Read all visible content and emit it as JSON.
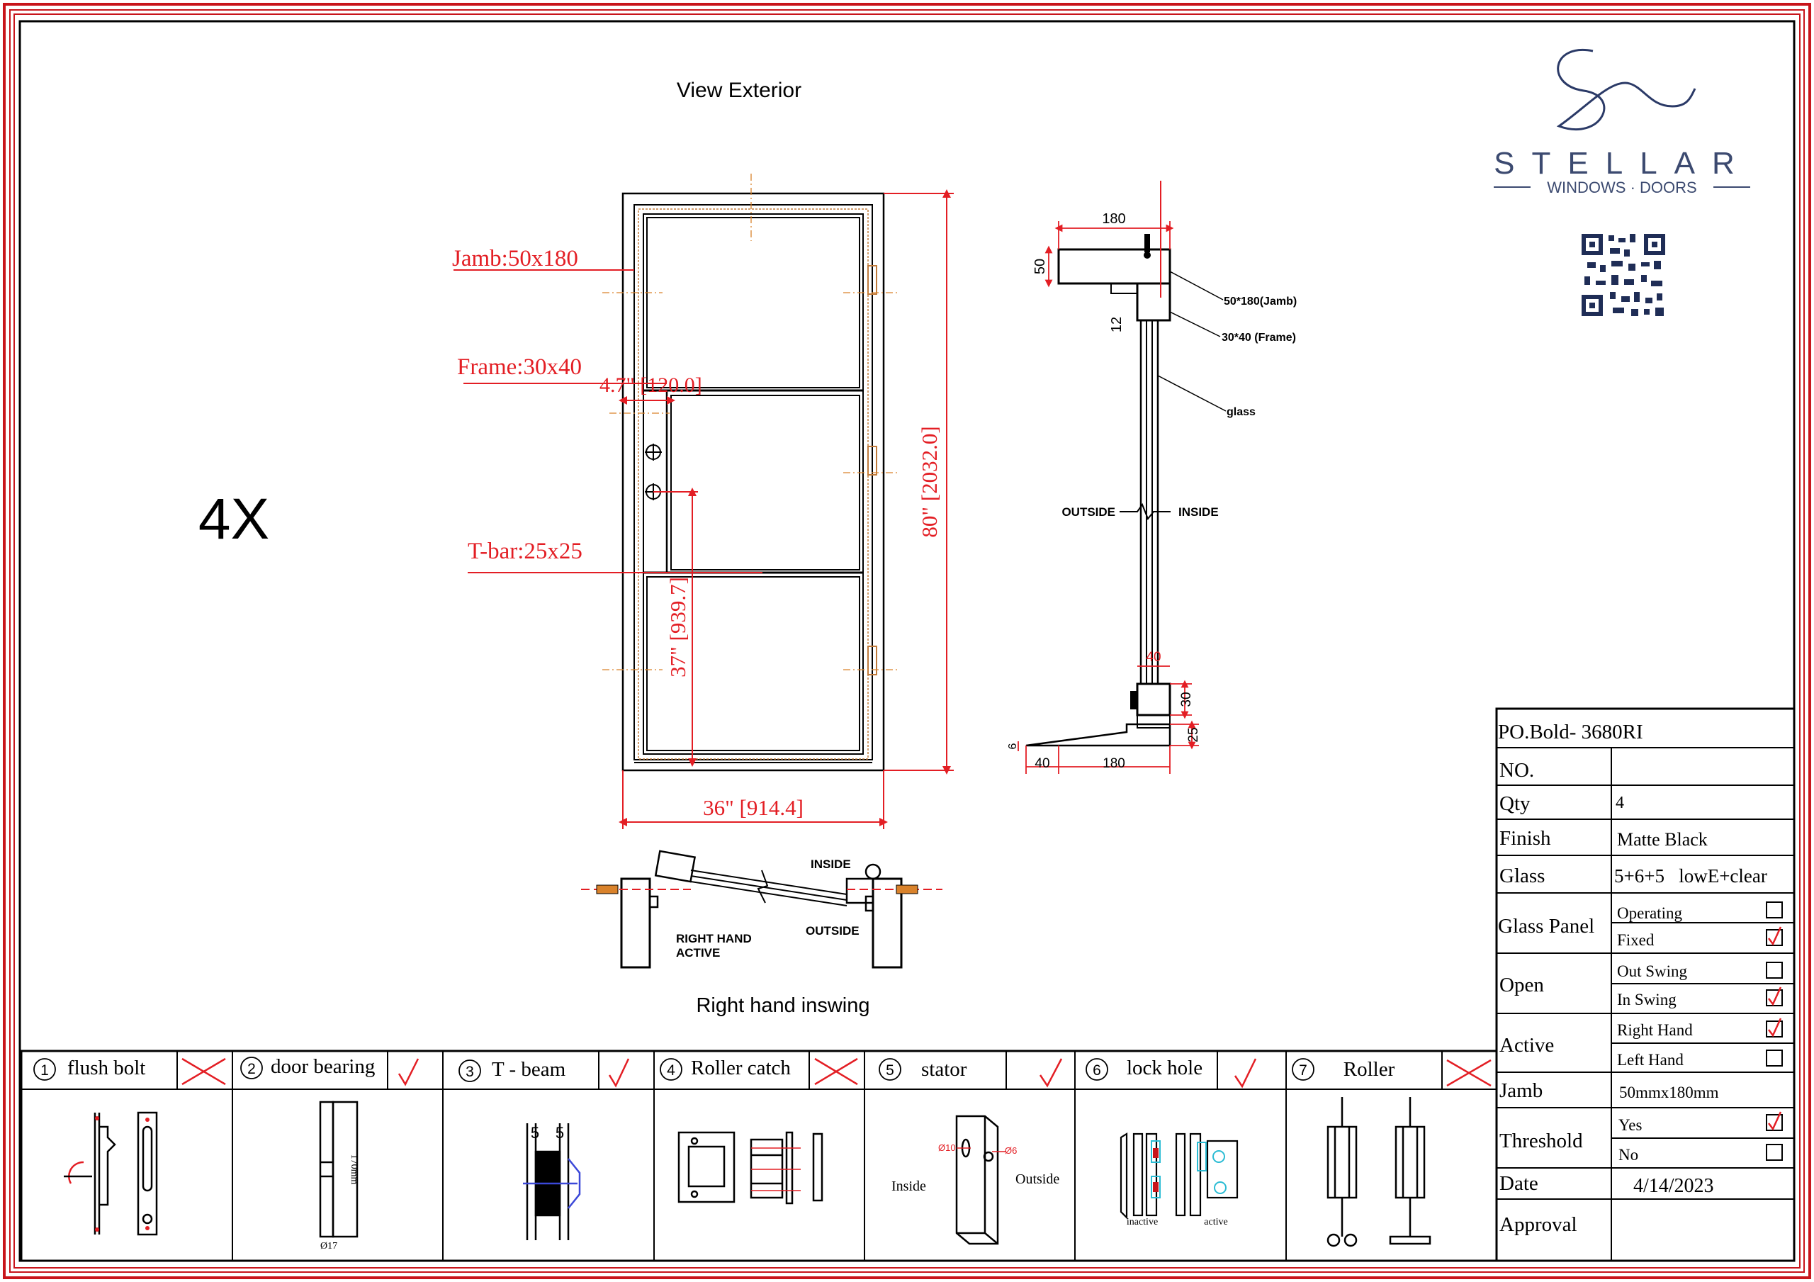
{
  "view_title": "View Exterior",
  "quantity_label": "4X",
  "brand": {
    "name": "STELLAR",
    "tagline": "WINDOWS · DOORS"
  },
  "elevation": {
    "jamb_label": "Jamb:50x180",
    "frame_label": "Frame:30x40",
    "tbar_label": "T-bar:25x25",
    "lock_offset": "4.7\" [120.0]",
    "height_dim": "80\" [2032.0]",
    "handle_height_dim": "37\" [939.7]",
    "width_dim": "36\" [914.4]"
  },
  "section": {
    "dim_180_top": "180",
    "dim_50": "50",
    "dim_12": "12",
    "label_jamb": "50*180(Jamb)",
    "label_frame": "30*40 (Frame)",
    "label_glass": "glass",
    "label_outside": "OUTSIDE",
    "label_inside": "INSIDE",
    "dim_40_top": "40",
    "dim_30": "30",
    "dim_25": "25",
    "dim_6": "6",
    "dim_40_bottom": "40",
    "dim_180_bottom": "180"
  },
  "plan": {
    "inside": "INSIDE",
    "outside": "OUTSIDE",
    "hand": "RIGHT HAND",
    "active": "ACTIVE",
    "caption": "Right hand inswing"
  },
  "options": [
    {
      "num": "1",
      "name": "flush bolt",
      "selected": false
    },
    {
      "num": "2",
      "name": "door bearing",
      "selected": true,
      "detail": "170mm",
      "detail2": "Ø17"
    },
    {
      "num": "3",
      "name": "T - beam",
      "selected": true,
      "detail": "5",
      "detail2": "5"
    },
    {
      "num": "4",
      "name": "Roller catch",
      "selected": false
    },
    {
      "num": "5",
      "name": "stator",
      "selected": true,
      "detail": "Ø10",
      "detail2": "Ø6",
      "inside": "Inside",
      "outside": "Outside"
    },
    {
      "num": "6",
      "name": "lock hole",
      "selected": true,
      "inactive": "inactive",
      "active": "active"
    },
    {
      "num": "7",
      "name": "Roller",
      "selected": false
    }
  ],
  "spec": {
    "title": "PO.Bold- 3680RI",
    "rows": {
      "no_label": "NO.",
      "no_value": "",
      "qty_label": "Qty",
      "qty_value": "4",
      "finish_label": "Finish",
      "finish_value": "Matte Black",
      "glass_label": "Glass",
      "glass_value": "5+6+5   lowE+clear",
      "panel_label": "Glass Panel",
      "panel_opt1": "Operating",
      "panel_opt2": "Fixed",
      "open_label": "Open",
      "open_opt1": "Out Swing",
      "open_opt2": "In Swing",
      "active_label": "Active",
      "active_opt1": "Right Hand",
      "active_opt2": "Left Hand",
      "jamb_label": "Jamb",
      "jamb_value": "50mmx180mm",
      "threshold_label": "Threshold",
      "threshold_opt1": "Yes",
      "threshold_opt2": "No",
      "date_label": "Date",
      "date_value": "4/14/2023",
      "approval_label": "Approval",
      "approval_value": ""
    },
    "checks": {
      "operating": false,
      "fixed": true,
      "out_swing": false,
      "in_swing": true,
      "right_hand": true,
      "left_hand": false,
      "yes": true,
      "no": false
    }
  },
  "colors": {
    "dimension": "#e31e24",
    "frame_border": "#c8151b",
    "brand_navy": "#2b3a67",
    "orange_centerline": "#d9822b",
    "cyan_detail": "#2bbcd4",
    "blue_detail": "#3b48d8"
  }
}
